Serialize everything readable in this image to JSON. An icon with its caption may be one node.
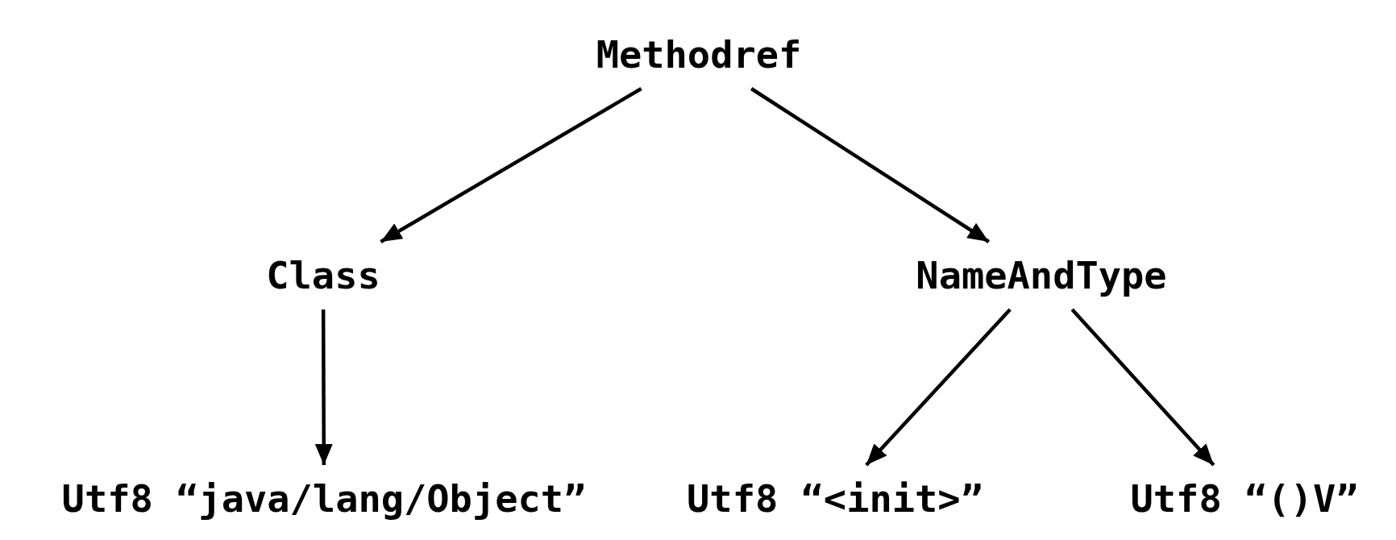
{
  "diagram": {
    "nodes": [
      {
        "text": [
          "Methodref"
        ]
      },
      {
        "text": [
          "Class"
        ]
      },
      {
        "text": [
          "NameAndType"
        ]
      },
      {
        "text": [
          "Utf8 “java/lang/Object”"
        ]
      },
      {
        "text": [
          "Utf8 “<init>”"
        ]
      },
      {
        "text": [
          "Utf8 “()V”"
        ]
      }
    ],
    "edges": [
      {
        "from": 0,
        "to": 1,
        "arrow": "to"
      },
      {
        "from": 0,
        "to": 2,
        "arrow": "to"
      },
      {
        "from": 1,
        "to": 3,
        "arrow": "to"
      },
      {
        "from": 2,
        "to": 4,
        "arrow": "to"
      },
      {
        "from": 2,
        "to": 5,
        "arrow": "to"
      }
    ]
  }
}
